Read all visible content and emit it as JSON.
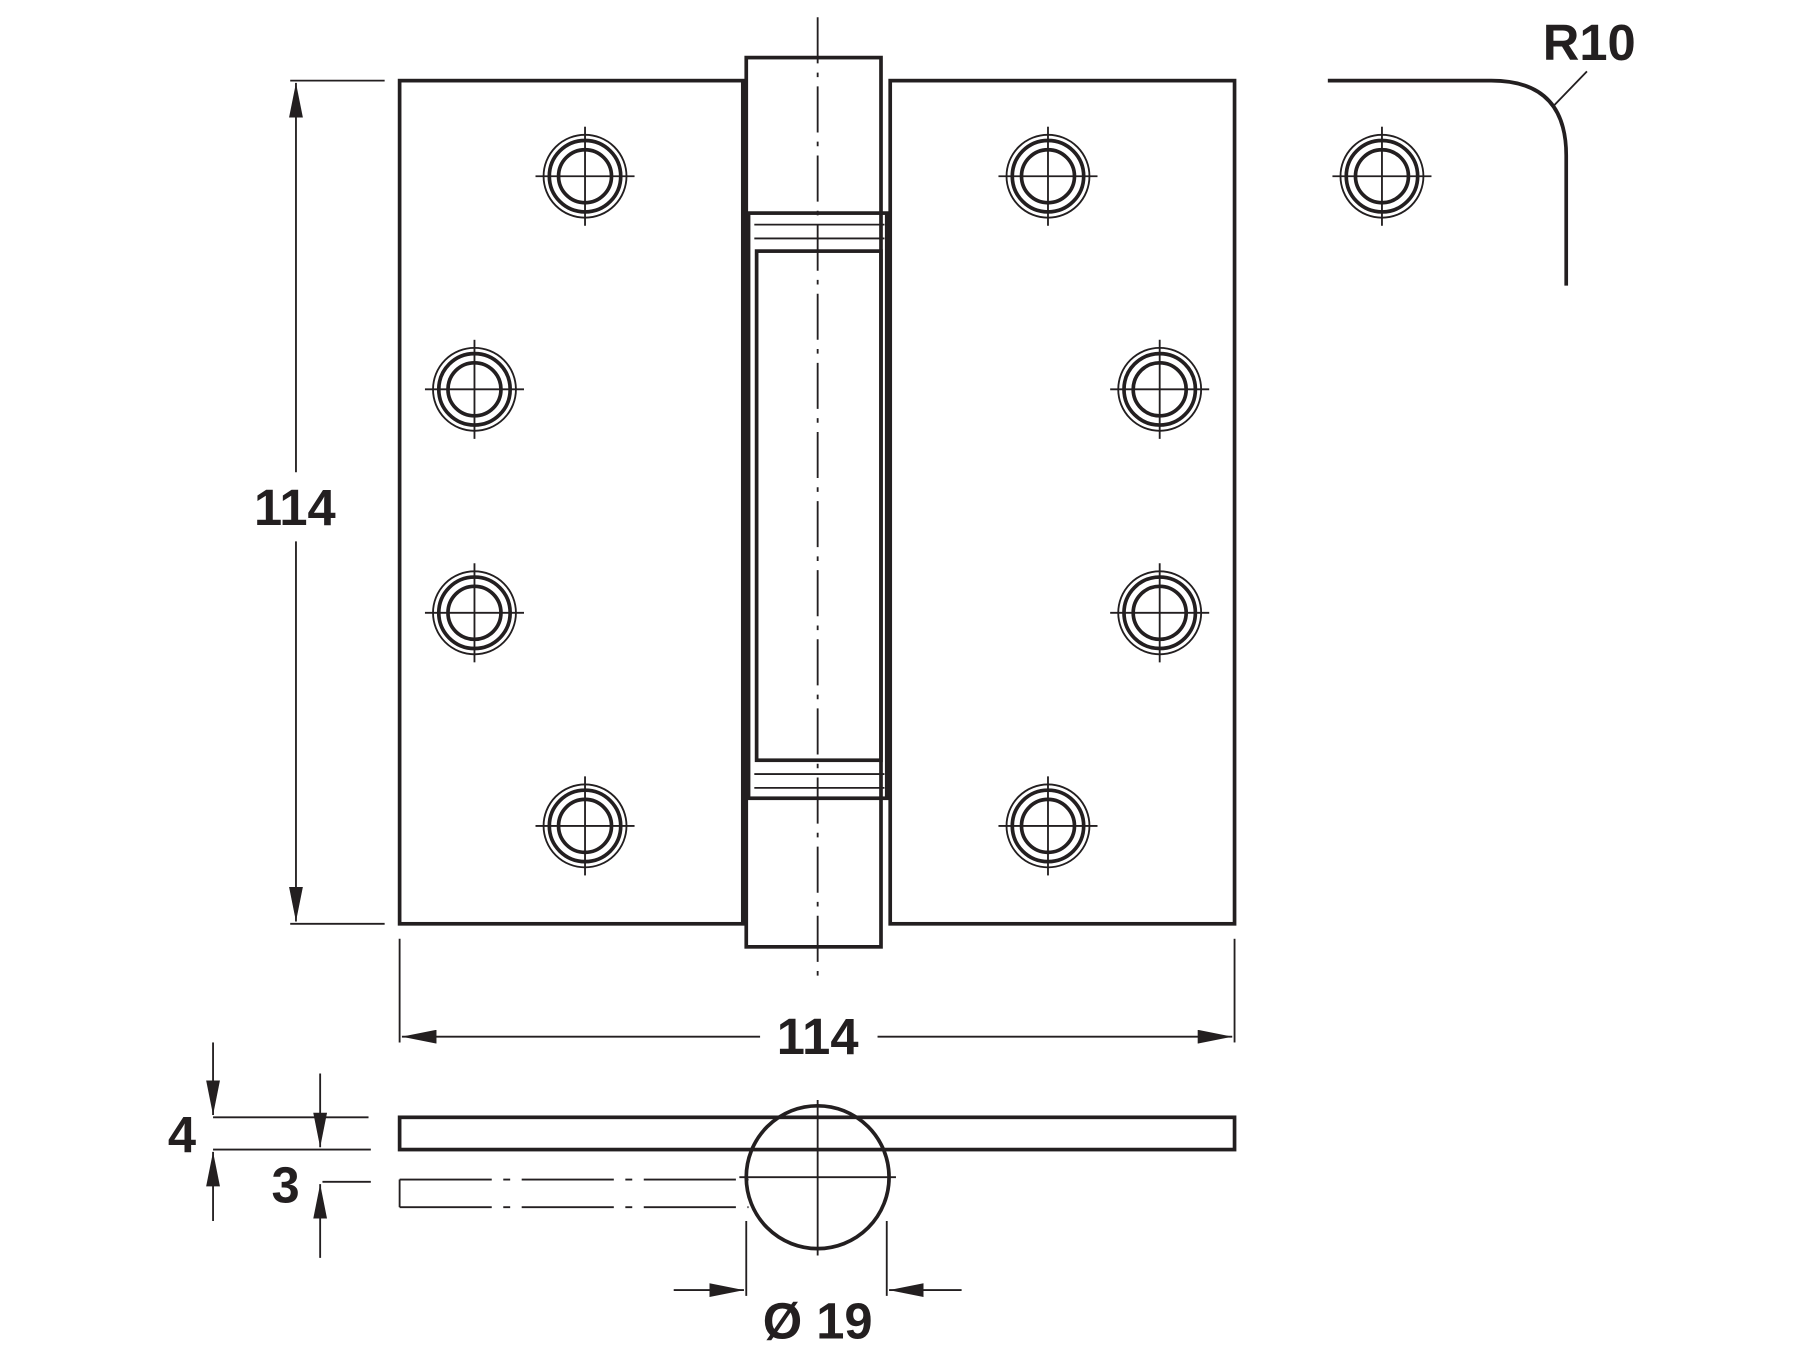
{
  "title": "Butt hinge technical drawing",
  "dimensions": {
    "height_label": "114",
    "width_label": "114",
    "corner_radius_label": "R10",
    "leaf_thickness_label": "4",
    "leaf_offset_label": "3",
    "knuckle_diameter_label": "Ø 19"
  },
  "colors": {
    "line": "#231f20",
    "background": "#ffffff"
  }
}
